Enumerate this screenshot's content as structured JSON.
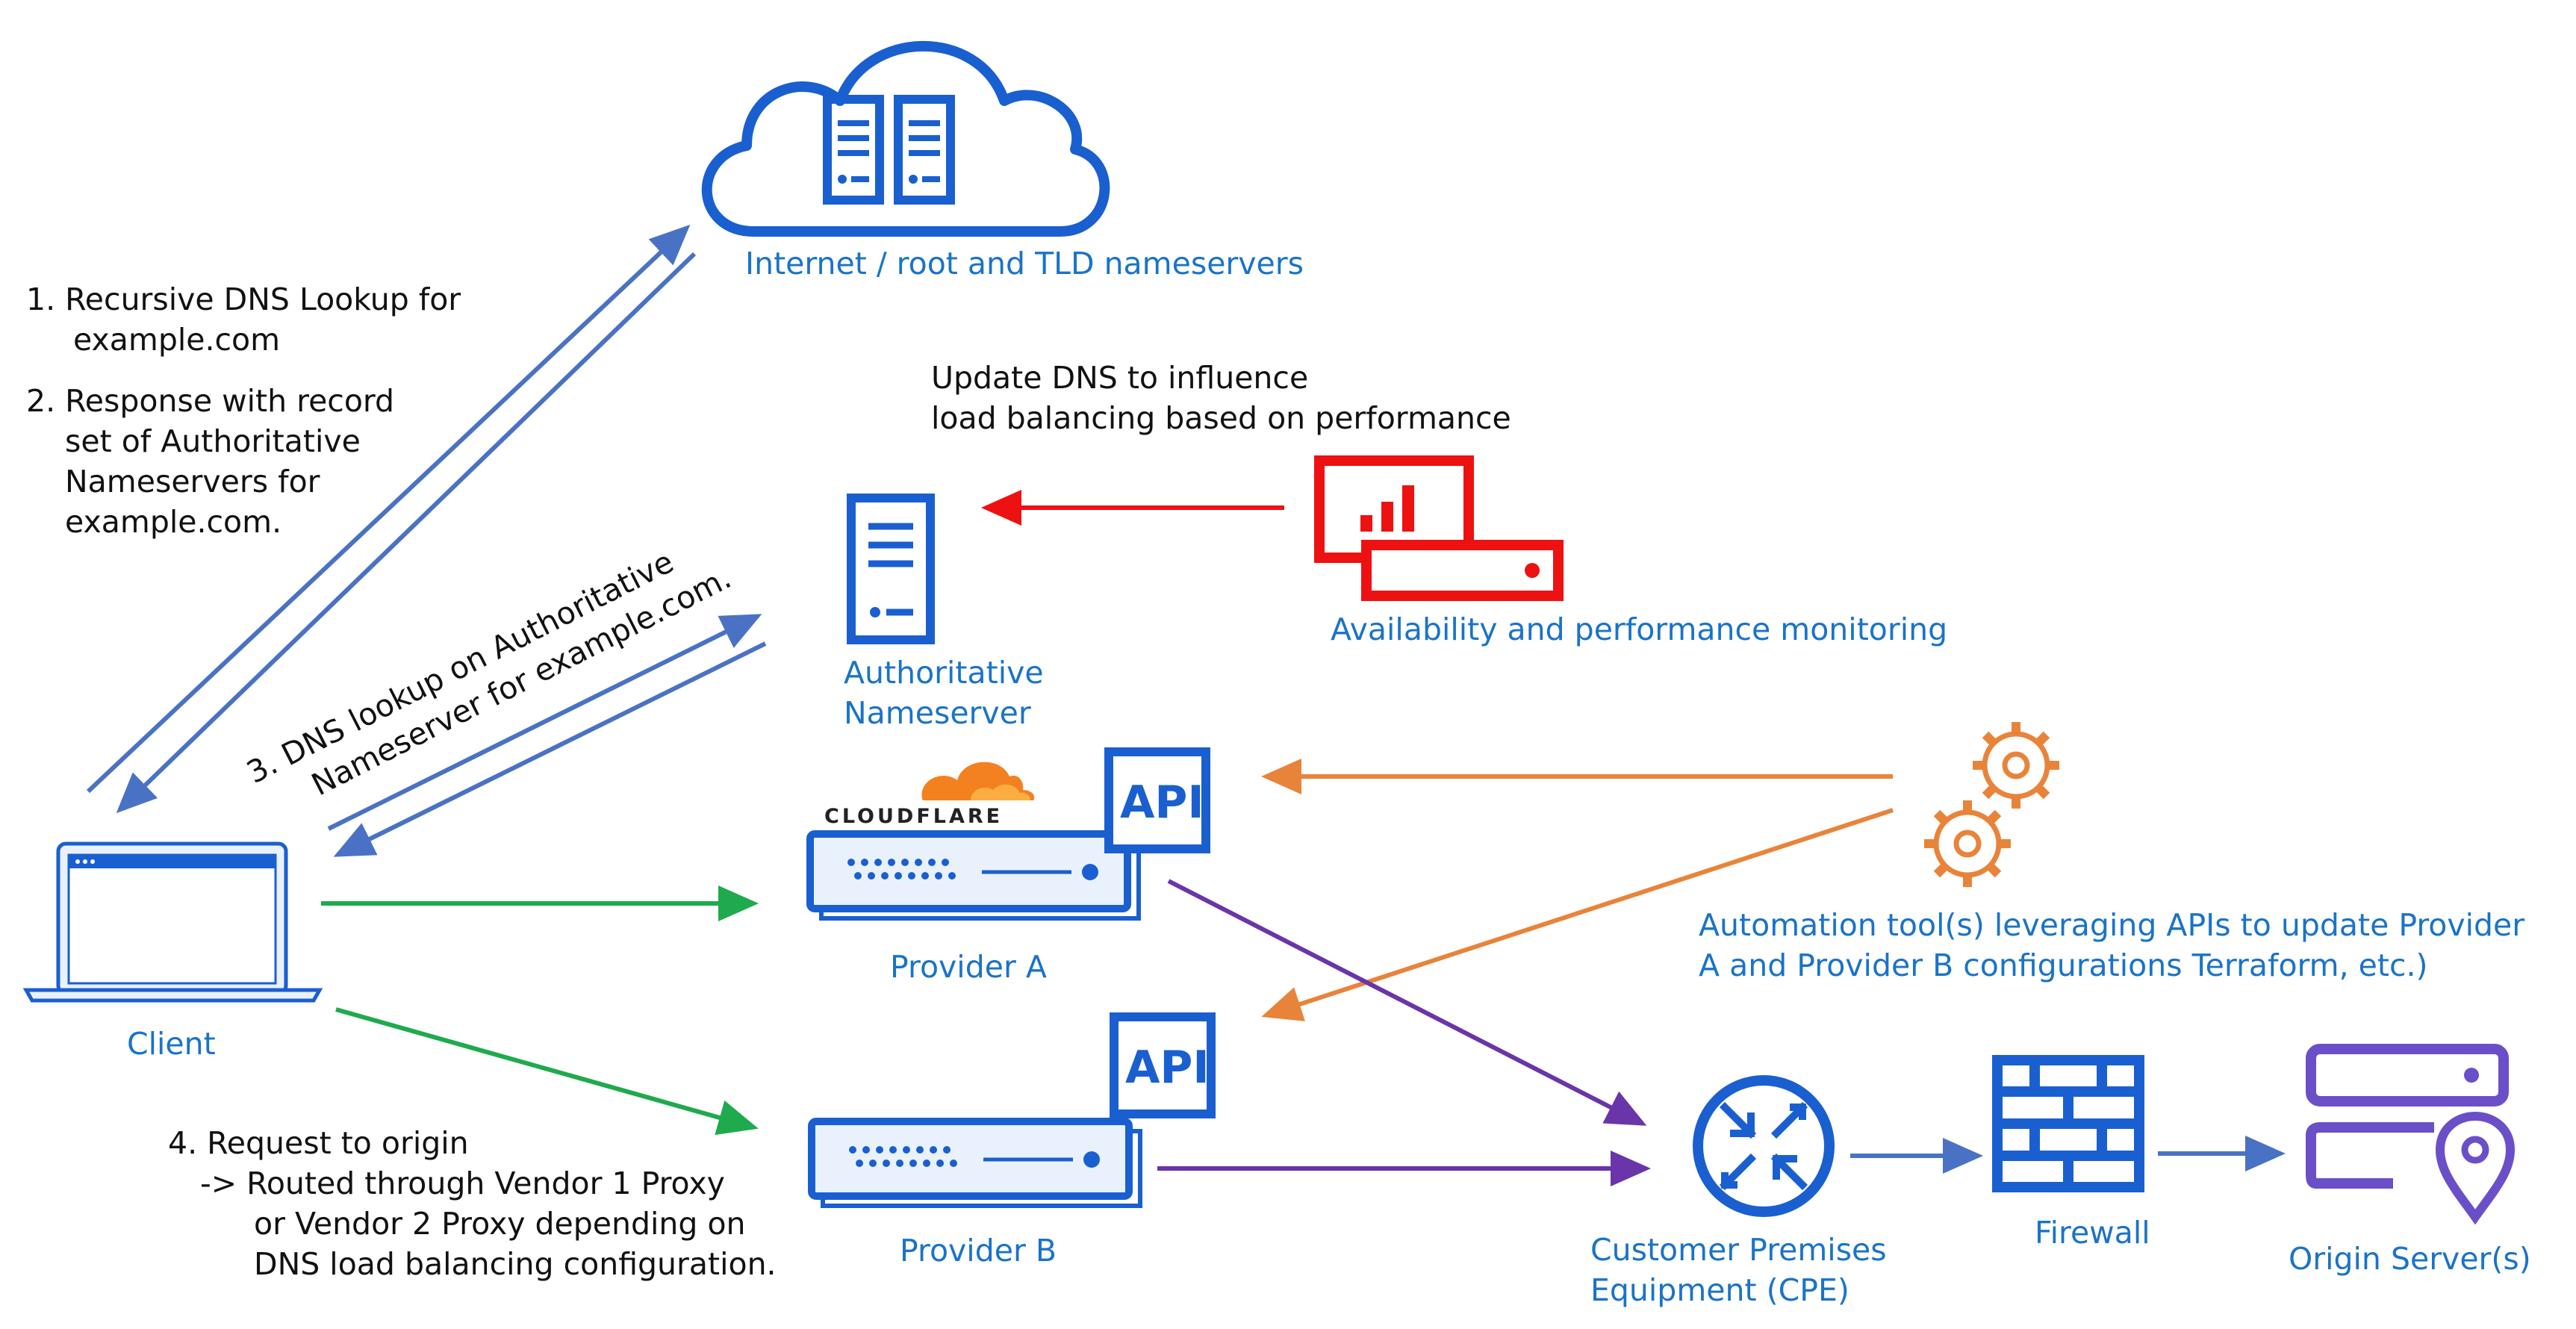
{
  "labels": {
    "internet": "Internet / root and TLD nameservers",
    "update_dns_l1": "Update DNS to influence",
    "update_dns_l2": "load balancing based on performance",
    "monitoring": "Availability and performance monitoring",
    "auth_ns_l1": "Authoritative",
    "auth_ns_l2": "Nameserver",
    "client": "Client",
    "provider_a": "Provider A",
    "provider_b": "Provider B",
    "automation_l1": "Automation tool(s)  leveraging APIs to update Provider",
    "automation_l2": "A and Provider B configurations Terraform, etc.)",
    "cpe_l1": "Customer Premises",
    "cpe_l2": "Equipment (CPE)",
    "firewall": "Firewall",
    "origin": "Origin Server(s)",
    "cloudflare": "CLOUDFLARE",
    "api_a": "API",
    "api_b": "API"
  },
  "steps": {
    "s1_l1": "1. Recursive DNS Lookup for",
    "s1_l2": "example.com",
    "s2_l1": "2. Response with record",
    "s2_l2": "set of Authoritative",
    "s2_l3": "Nameservers for",
    "s2_l4": "example.com.",
    "s3_l1": "3. DNS lookup on Authoritative",
    "s3_l2": "Nameserver for example.com.",
    "s4_l1": "4. Request to origin",
    "s4_l2": "-> Routed through Vendor 1 Proxy",
    "s4_l3": "or Vendor 2 Proxy depending on",
    "s4_l4": "DNS load balancing configuration."
  },
  "colors": {
    "label_blue": "#1a73c8",
    "dns_arrow": "#4a72c4",
    "red": "#ee1111",
    "orange": "#e8843a",
    "green": "#1faa4d",
    "purple": "#6a35a8",
    "icon_blue": "#1a5fd0",
    "origin_purple": "#6b4fc8",
    "cloudflare_orange": "#f48120"
  }
}
